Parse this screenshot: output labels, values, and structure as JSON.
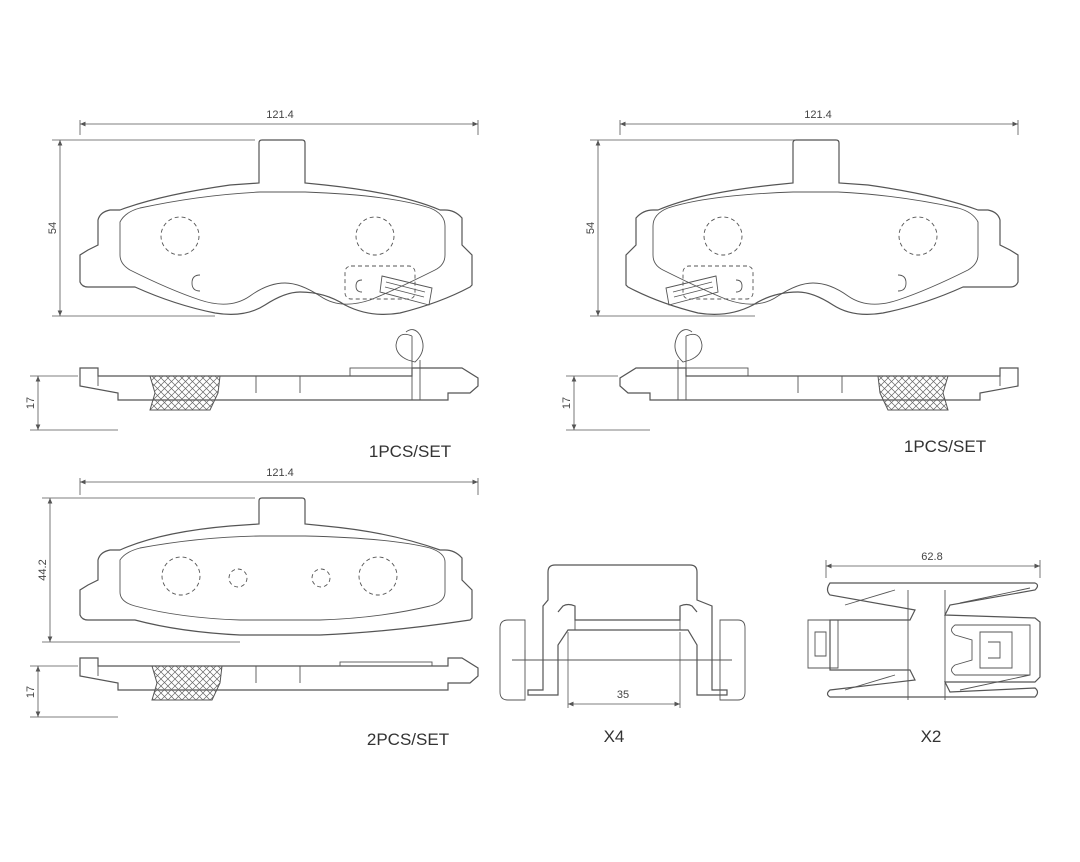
{
  "pads": [
    {
      "width_label": "121.4",
      "height_label": "54",
      "thickness_label": "17",
      "caption": "1PCS/SET"
    },
    {
      "width_label": "121.4",
      "height_label": "54",
      "thickness_label": "17",
      "caption": "1PCS/SET"
    },
    {
      "width_label": "121.4",
      "height_label": "44.2",
      "thickness_label": "17",
      "caption": "2PCS/SET"
    }
  ],
  "clip": {
    "width_label": "35",
    "caption": "X4"
  },
  "spring": {
    "width_label": "62.8",
    "caption": "X2"
  }
}
